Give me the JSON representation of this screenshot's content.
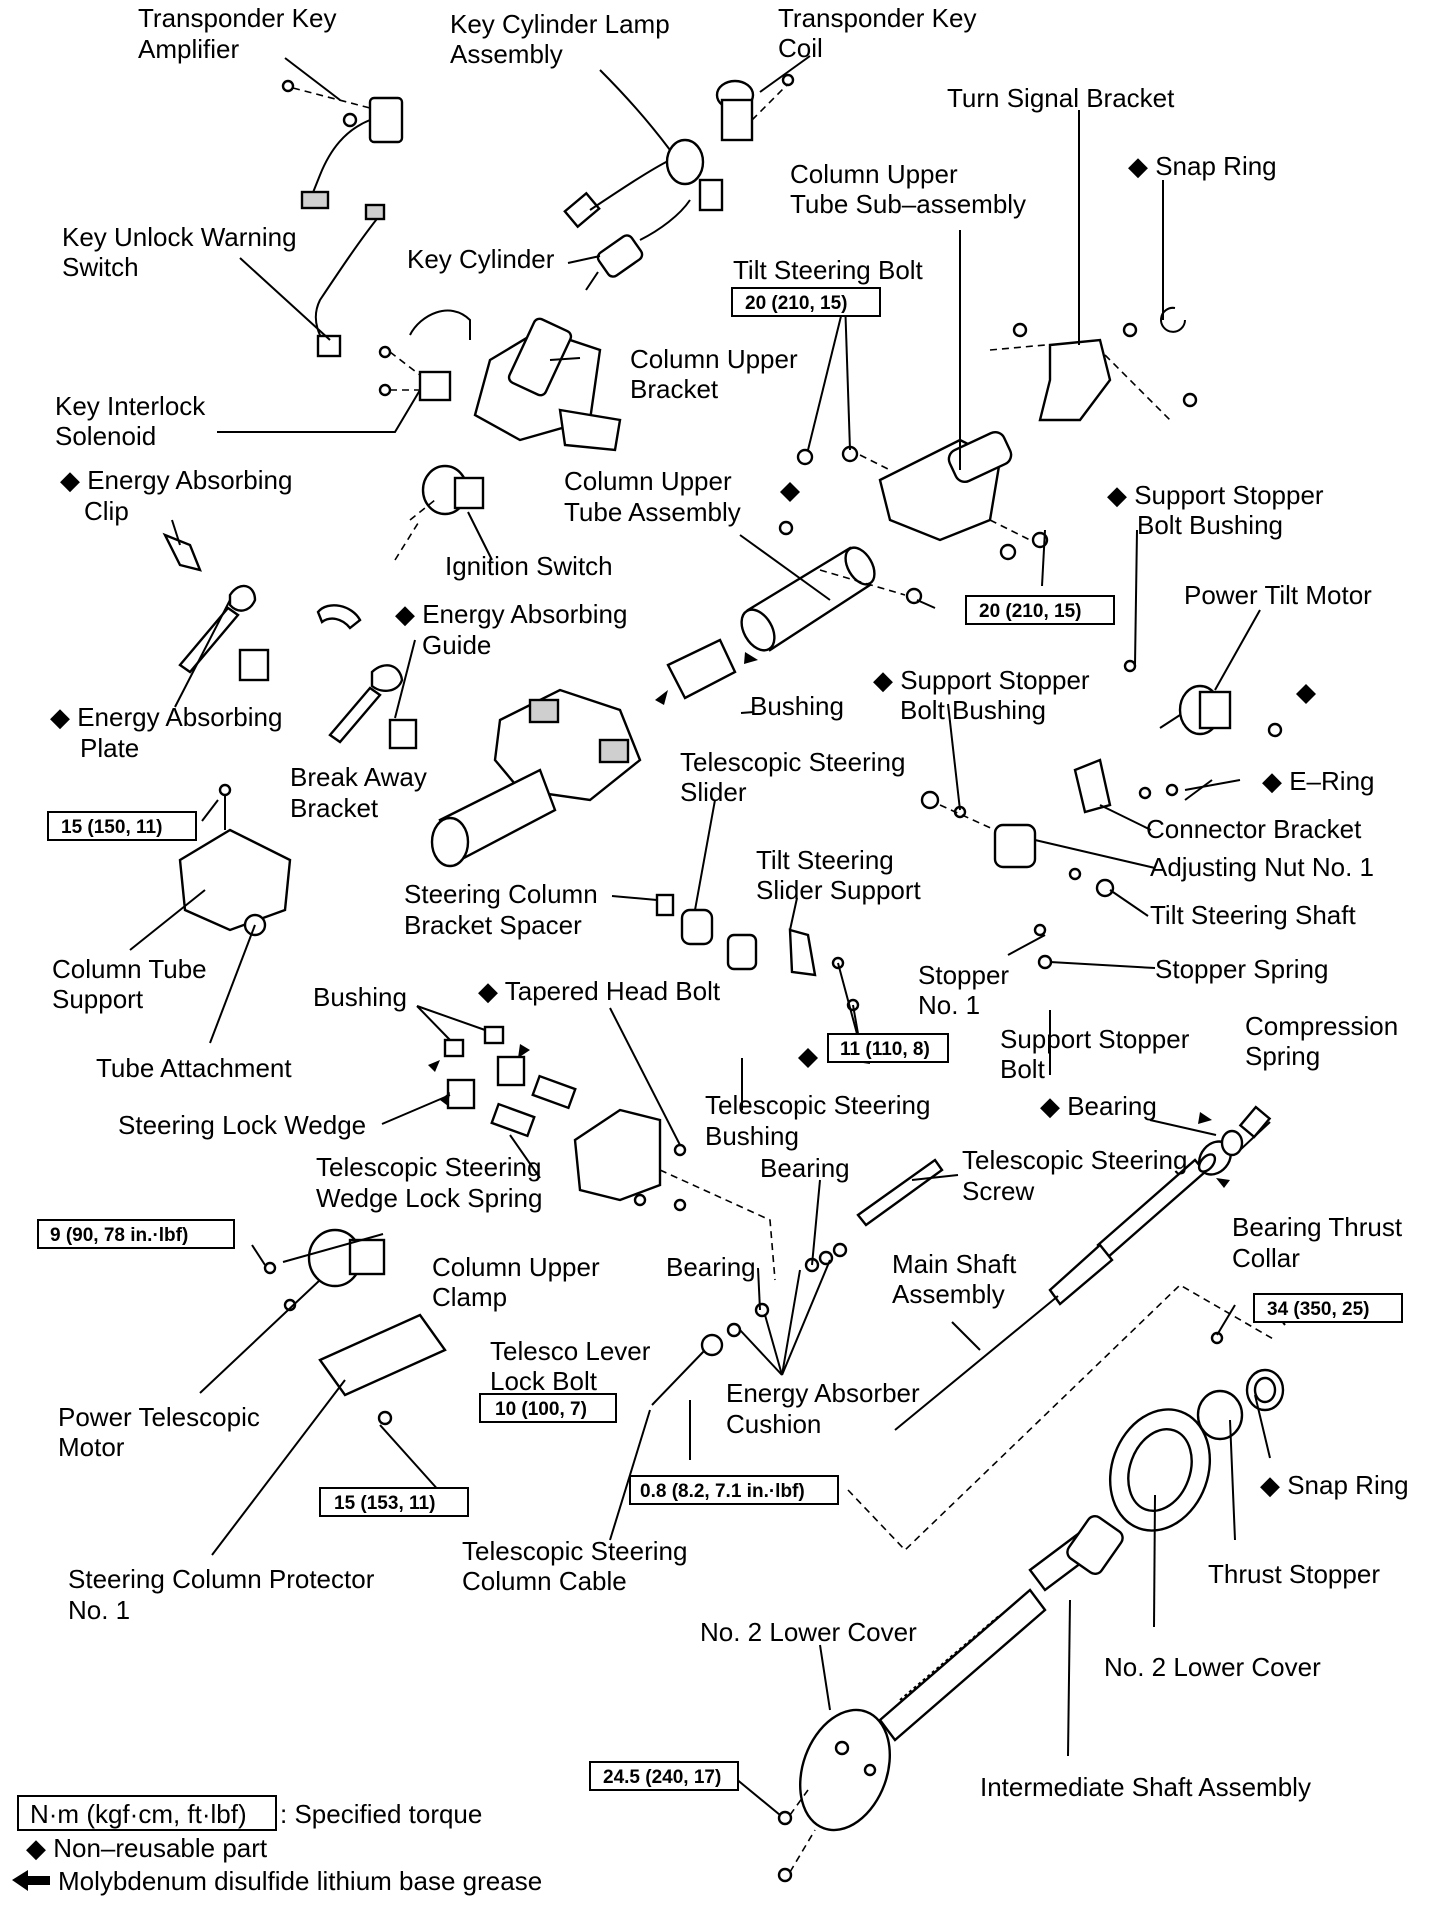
{
  "labels": {
    "transponder_key_amplifier": [
      "Transponder Key",
      "Amplifier"
    ],
    "key_cylinder_lamp_assembly": [
      "Key Cylinder Lamp",
      "Assembly"
    ],
    "transponder_key_coil": [
      "Transponder Key",
      "Coil"
    ],
    "turn_signal_bracket": [
      "Turn Signal Bracket"
    ],
    "snap_ring_top": [
      "◆ Snap Ring"
    ],
    "column_upper_tube_sub_assembly": [
      "Column Upper",
      "Tube Sub–assembly"
    ],
    "key_unlock_warning_switch": [
      "Key Unlock Warning",
      "Switch"
    ],
    "key_cylinder": [
      "Key Cylinder"
    ],
    "tilt_steering_bolt": [
      "Tilt Steering Bolt"
    ],
    "column_upper_bracket": [
      "Column Upper",
      "Bracket"
    ],
    "key_interlock_solenoid": [
      "Key Interlock",
      "Solenoid"
    ],
    "energy_absorbing_clip": [
      "◆ Energy Absorbing",
      "Clip"
    ],
    "column_upper_tube_assembly": [
      "Column Upper",
      "Tube Assembly"
    ],
    "support_stopper_bolt_bushing_right": [
      "◆ Support Stopper",
      "Bolt Bushing"
    ],
    "ignition_switch": [
      "Ignition Switch"
    ],
    "power_tilt_motor": [
      "Power Tilt Motor"
    ],
    "energy_absorbing_guide": [
      "◆ Energy Absorbing",
      "Guide"
    ],
    "support_stopper_bolt_bushing_mid": [
      "◆ Support Stopper",
      "Bolt Bushing"
    ],
    "bushing_upper": [
      "Bushing"
    ],
    "energy_absorbing_plate": [
      "◆ Energy Absorbing",
      "Plate"
    ],
    "e_ring": [
      "◆ E–Ring"
    ],
    "break_away_bracket": [
      "Break Away",
      "Bracket"
    ],
    "telescopic_steering_slider": [
      "Telescopic Steering",
      "Slider"
    ],
    "connector_bracket": [
      "Connector Bracket"
    ],
    "adjusting_nut_no1": [
      "Adjusting Nut No. 1"
    ],
    "tilt_steering_slider_support": [
      "Tilt Steering",
      "Slider Support"
    ],
    "steering_column_bracket_spacer": [
      "Steering Column",
      "Bracket Spacer"
    ],
    "tilt_steering_shaft": [
      "Tilt Steering Shaft"
    ],
    "column_tube_support": [
      "Column Tube",
      "Support"
    ],
    "stopper_no1": [
      "Stopper",
      "No. 1"
    ],
    "stopper_spring": [
      "Stopper Spring"
    ],
    "bushing_lower": [
      "Bushing"
    ],
    "tapered_head_bolt": [
      "◆ Tapered Head Bolt"
    ],
    "compression_spring": [
      "Compression",
      "Spring"
    ],
    "support_stopper_bolt": [
      "Support Stopper",
      "Bolt"
    ],
    "tube_attachment": [
      "Tube Attachment"
    ],
    "bearing_diamond": [
      "◆ Bearing"
    ],
    "steering_lock_wedge": [
      "Steering Lock Wedge"
    ],
    "telescopic_steering_bushing": [
      "Telescopic Steering",
      "Bushing"
    ],
    "telescopic_steering_wedge_lock_spring": [
      "Telescopic Steering",
      "Wedge Lock Spring"
    ],
    "bearing_mid": [
      "Bearing"
    ],
    "telescopic_steering_screw": [
      "Telescopic Steering",
      "Screw"
    ],
    "bearing_thrust_collar": [
      "Bearing Thrust",
      "Collar"
    ],
    "column_upper_clamp": [
      "Column Upper",
      "Clamp"
    ],
    "bearing_lower": [
      "Bearing"
    ],
    "main_shaft_assembly": [
      "Main Shaft",
      "Assembly"
    ],
    "telesco_lever_lock_bolt": [
      "Telesco Lever",
      "Lock Bolt"
    ],
    "energy_absorber_cushion": [
      "Energy Absorber",
      "Cushion"
    ],
    "power_telescopic_motor": [
      "Power Telescopic",
      "Motor"
    ],
    "snap_ring_bottom": [
      "◆ Snap Ring"
    ],
    "telescopic_steering_column_cable": [
      "Telescopic Steering",
      "Column Cable"
    ],
    "thrust_stopper": [
      "Thrust Stopper"
    ],
    "steering_column_protector_no1": [
      "Steering Column Protector",
      "No. 1"
    ],
    "no2_lower_cover_left": [
      "No. 2 Lower Cover"
    ],
    "no2_lower_cover_right": [
      "No. 2 Lower Cover"
    ],
    "intermediate_shaft_assembly": [
      "Intermediate Shaft Assembly"
    ]
  },
  "torques": {
    "tilt_bolt_top": "20 (210, 15)",
    "tilt_bolt_lower": "20 (210, 15)",
    "column_tube_support": "15 (150, 11)",
    "slider_support": "11 (110, 8)",
    "power_telescopic_motor": "9 (90, 78 in.·lbf)",
    "protector": "15 (153, 11)",
    "telesco_lever_lock_bolt": "10 (100, 7)",
    "column_cable": "0.8 (8.2, 7.1 in.·lbf)",
    "main_shaft": "34 (350, 25)",
    "lower_cover": "24.5 (240, 17)"
  },
  "legend": {
    "torque_unit": "N·m (kgf·cm, ft·lbf)",
    "torque_desc": ": Specified torque",
    "non_reusable": "◆ Non–reusable part",
    "grease": "Molybdenum disulfide lithium base grease"
  }
}
